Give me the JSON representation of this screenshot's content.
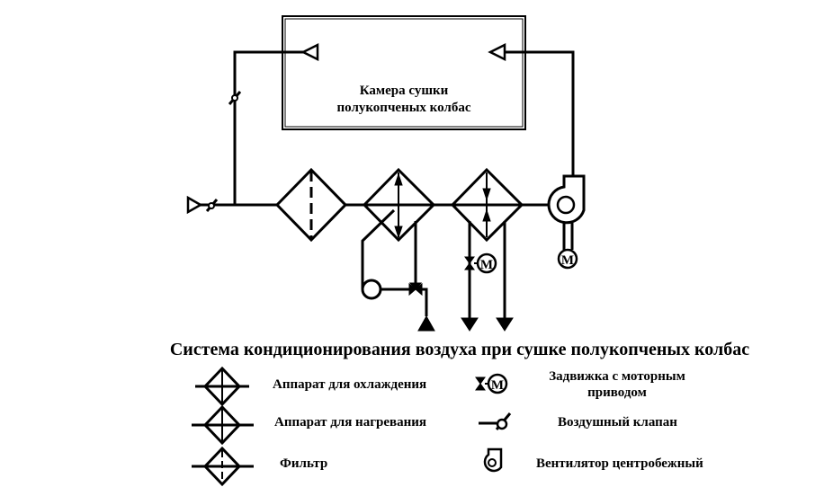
{
  "chamber": {
    "label_line1": "Камера сушки",
    "label_line2": "полукопченых колбас"
  },
  "caption": "Система кондиционирования воздуха при  сушке полукопченых колбас",
  "legend": {
    "cooler": "Аппарат для охлаждения",
    "heater": "Аппарат для нагревания",
    "filter": "Фильтр",
    "valve_line1": "Задвижка с моторным",
    "valve_line2": "приводом",
    "damper": "Воздушный клапан",
    "fan": "Вентилятор центробежный"
  },
  "motor_letter": "М",
  "colors": {
    "line": "#000000",
    "background": "#ffffff"
  }
}
